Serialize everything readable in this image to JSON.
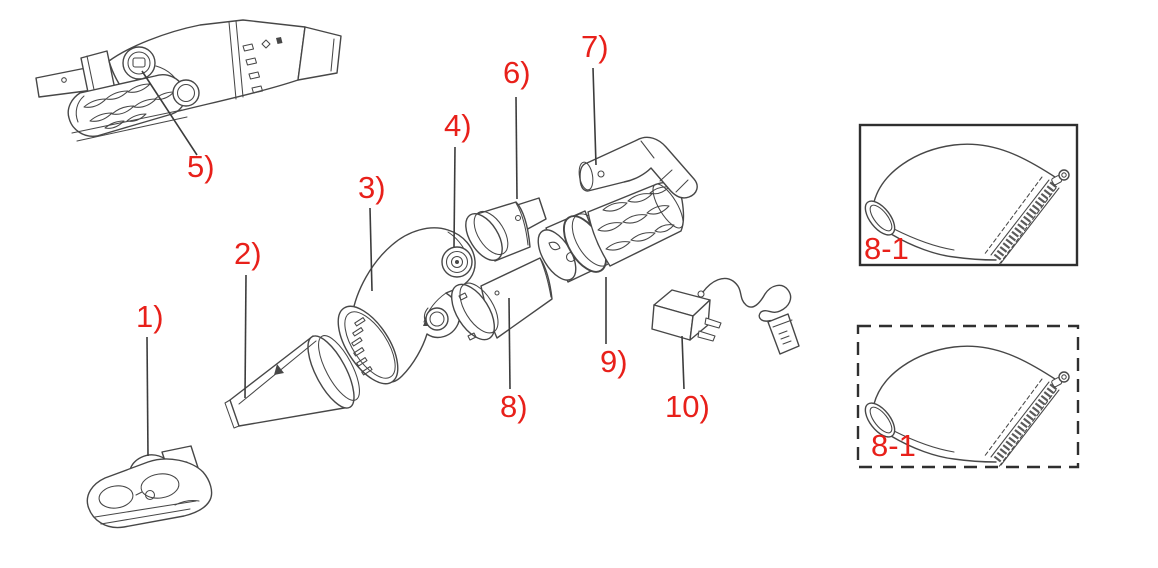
{
  "diagram": {
    "background_color": "#ffffff",
    "label_color": "#e8201a",
    "line_color": "#474747",
    "part_labels": {
      "p1": "1)",
      "p2": "2)",
      "p3": "3)",
      "p4": "4)",
      "p5": "5)",
      "p6": "6)",
      "p7": "7)",
      "p8": "8)",
      "p9": "9)",
      "p10": "10)"
    },
    "accessory_labels": {
      "top_box": "8-1",
      "bottom_box": "8-1"
    }
  }
}
